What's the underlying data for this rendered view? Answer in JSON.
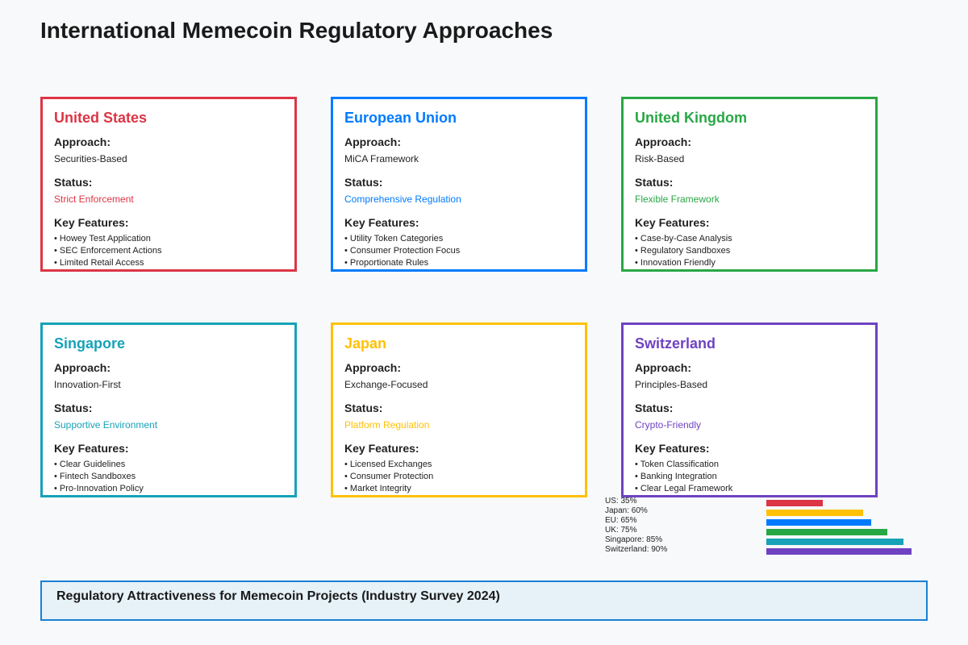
{
  "title": "International Memecoin Regulatory Approaches",
  "labels": {
    "approach": "Approach:",
    "status": "Status:",
    "features": "Key Features:"
  },
  "regions": [
    {
      "name": "United States",
      "color": "#dc3545",
      "approach": "Securities-Based",
      "status": "Strict Enforcement",
      "features": [
        "Howey Test Application",
        "SEC Enforcement Actions",
        "Limited Retail Access"
      ]
    },
    {
      "name": "European Union",
      "color": "#007bff",
      "approach": "MiCA Framework",
      "status": "Comprehensive Regulation",
      "features": [
        "Utility Token Categories",
        "Consumer Protection Focus",
        "Proportionate Rules"
      ]
    },
    {
      "name": "United Kingdom",
      "color": "#28a745",
      "approach": "Risk-Based",
      "status": "Flexible Framework",
      "features": [
        "Case-by-Case Analysis",
        "Regulatory Sandboxes",
        "Innovation Friendly"
      ]
    },
    {
      "name": "Singapore",
      "color": "#17a2b8",
      "approach": "Innovation-First",
      "status": "Supportive Environment",
      "features": [
        "Clear Guidelines",
        "Fintech Sandboxes",
        "Pro-Innovation Policy"
      ]
    },
    {
      "name": "Japan",
      "color": "#ffc107",
      "approach": "Exchange-Focused",
      "status": "Platform Regulation",
      "features": [
        "Licensed Exchanges",
        "Consumer Protection",
        "Market Integrity"
      ]
    },
    {
      "name": "Switzerland",
      "color": "#6f42c1",
      "approach": "Principles-Based",
      "status": "Crypto-Friendly",
      "features": [
        "Token Classification",
        "Banking Integration",
        "Clear Legal Framework"
      ]
    }
  ],
  "survey": {
    "title": "Regulatory Attractiveness for Memecoin Projects (Industry Survey 2024)",
    "items": [
      {
        "label": "US: 35%",
        "value": 35,
        "color": "#dc3545"
      },
      {
        "label": "Japan: 60%",
        "value": 60,
        "color": "#ffc107"
      },
      {
        "label": "EU: 65%",
        "value": 65,
        "color": "#007bff"
      },
      {
        "label": "UK: 75%",
        "value": 75,
        "color": "#28a745"
      },
      {
        "label": "Singapore: 85%",
        "value": 85,
        "color": "#17a2b8"
      },
      {
        "label": "Switzerland: 90%",
        "value": 90,
        "color": "#6f42c1"
      }
    ]
  }
}
